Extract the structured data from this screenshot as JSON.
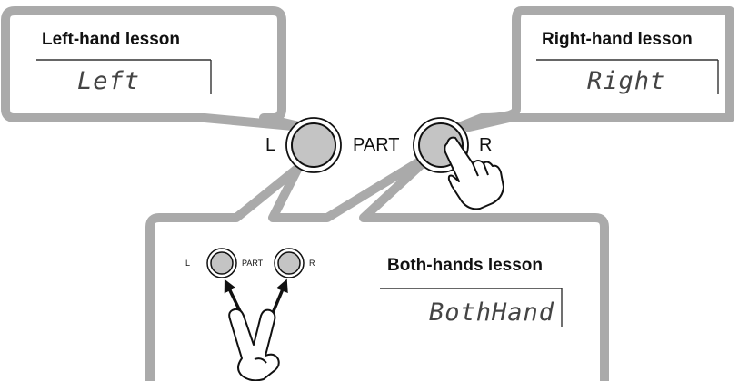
{
  "left_lesson": {
    "title": "Left-hand lesson",
    "display": "Left"
  },
  "right_lesson": {
    "title": "Right-hand lesson",
    "display": "Right"
  },
  "both_lesson": {
    "title": "Both-hands lesson",
    "display": "BothHand"
  },
  "panel": {
    "left_label": "L",
    "part_label": "PART",
    "right_label": "R"
  },
  "mini_panel": {
    "left_label": "L",
    "part_label": "PART",
    "right_label": "R"
  },
  "colors": {
    "callout_border": "#aaaaaa",
    "button_fill": "#c4c4c4",
    "text": "#111111"
  },
  "icons": [
    "pressing-finger-icon",
    "two-finger-press-icon",
    "arrow-icon"
  ]
}
